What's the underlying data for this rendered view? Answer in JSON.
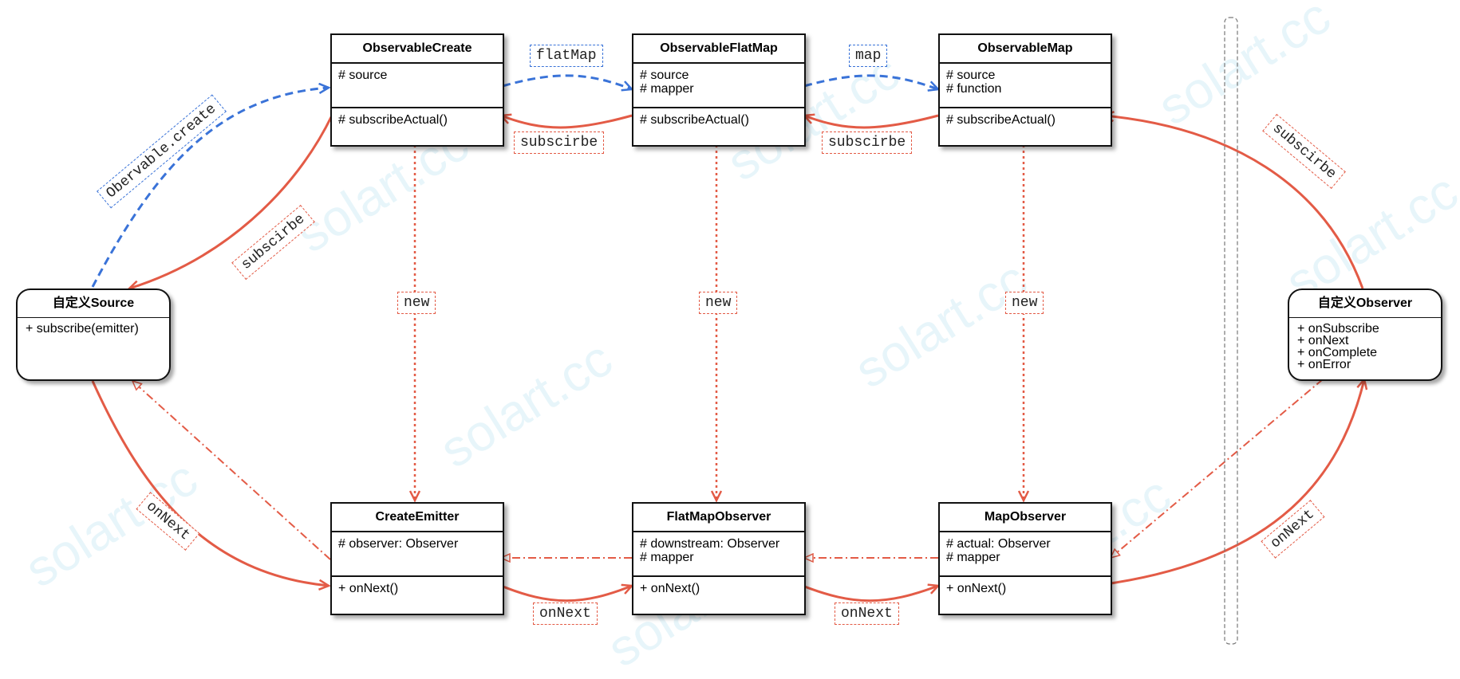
{
  "watermark": "solart.cc",
  "colors": {
    "call": "#e35b46",
    "create": "#3a73d8",
    "border": "#111111"
  },
  "classes": {
    "observable_create": {
      "name": "ObservableCreate",
      "attrs": [
        "# source"
      ],
      "ops": [
        "# subscribeActual()"
      ]
    },
    "observable_flatmap": {
      "name": "ObservableFlatMap",
      "attrs": [
        "# source",
        "# mapper"
      ],
      "ops": [
        "# subscribeActual()"
      ]
    },
    "observable_map": {
      "name": "ObservableMap",
      "attrs": [
        "# source",
        "# function"
      ],
      "ops": [
        "# subscribeActual()"
      ]
    },
    "create_emitter": {
      "name": "CreateEmitter",
      "attrs": [
        "# observer: Observer"
      ],
      "ops": [
        "+ onNext()"
      ]
    },
    "flatmap_observer": {
      "name": "FlatMapObserver",
      "attrs": [
        "# downstream: Observer",
        "# mapper"
      ],
      "ops": [
        "+ onNext()"
      ]
    },
    "map_observer": {
      "name": "MapObserver",
      "attrs": [
        "# actual: Observer",
        "# mapper"
      ],
      "ops": [
        "+ onNext()"
      ]
    }
  },
  "actors": {
    "source": {
      "name": "自定义Source",
      "items": [
        "+ subscribe(emitter)"
      ]
    },
    "observer": {
      "name": "自定义Observer",
      "items": [
        "+ onSubscribe",
        "+ onNext",
        "+ onComplete",
        "+ onError"
      ]
    }
  },
  "labels": {
    "flatmap": "flatMap",
    "map": "map",
    "subscribe_1": "subscirbe",
    "subscribe_2": "subscirbe",
    "subscribe_source": "subscirbe",
    "subscribe_observer": "subscirbe",
    "obervable_create": "Obervable.create",
    "new_1": "new",
    "new_2": "new",
    "new_3": "new",
    "onnext_source": "onNext",
    "onnext_1": "onNext",
    "onnext_2": "onNext",
    "onnext_observer": "onNext"
  }
}
